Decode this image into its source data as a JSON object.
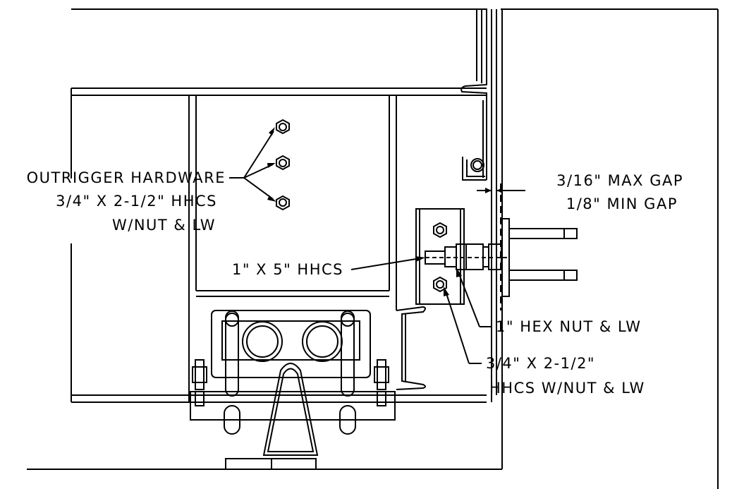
{
  "callouts": {
    "outrigger": {
      "line1": "OUTRIGGER HARDWARE",
      "line2": "3/4\" X 2-1/2\" HHCS",
      "line3": "W/NUT & LW"
    },
    "gap": {
      "max": "3/16\" MAX GAP",
      "min": "1/8\" MIN GAP"
    },
    "main_bolt": "1\" X 5\" HHCS",
    "hex_nut": "1\" HEX NUT & LW",
    "clip_bolt": {
      "line1": "3/4\" X 2-1/2\"",
      "line2": "HHCS W/NUT & LW"
    }
  },
  "colors": {
    "line": "#000000",
    "background": "#ffffff"
  }
}
